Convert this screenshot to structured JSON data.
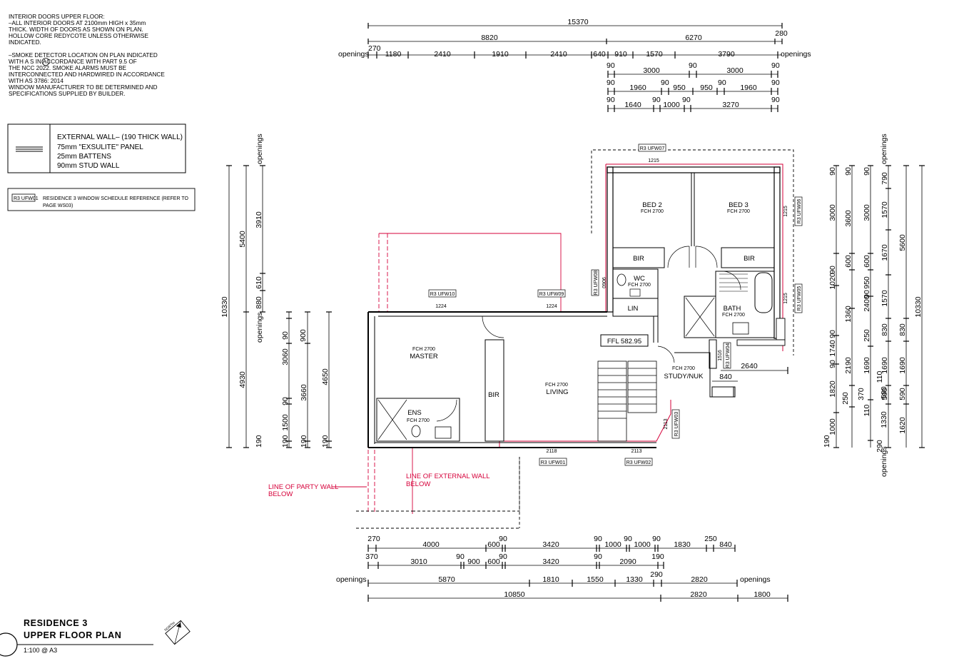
{
  "notes": {
    "doors": [
      "INTERIOR DOORS UPPER FLOOR:",
      "–ALL INTERIOR DOORS AT 2100mm HIGH x 35mm",
      "THICK. WIDTH OF DOORS AS SHOWN ON PLAN.",
      "HOLLOW CORE REDYCOTE UNLESS OTHERWISE",
      "INDICATED."
    ],
    "smoke": [
      "–SMOKE DETECTOR LOCATION ON PLAN INDICATED",
      "WITH A  S   IN ACCORDANCE WITH PART 9.5 OF",
      "THE NCC 2022. SMOKE ALARMS MUST BE",
      "INTERCONNECTED AND HARDWIRED IN ACCORDANCE",
      "WITH AS 3786: 2014",
      "WINDOW MANUFACTURER TO BE DETERMINED AND",
      "SPECIFICATIONS SUPPLIED BY BUILDER."
    ]
  },
  "legend": {
    "wall": [
      "EXTERNAL WALL– (190 THICK WALL)",
      "75mm \"EXSULITE\" PANEL",
      "25mm BATTENS",
      "90mm STUD WALL"
    ],
    "window_tag": "R3 UFW01",
    "window_text": [
      "RESIDENCE 3 WINDOW SCHEDULE REFERENCE  (REFER TO",
      "PAGE WS03)"
    ]
  },
  "title": {
    "line1": "RESIDENCE 3",
    "line2": "UPPER FLOOR PLAN",
    "scale": "1:100 @ A3",
    "north": "NORTH"
  },
  "rooms": {
    "bed2": "BED 2",
    "bed3": "BED 3",
    "fch": "FCH 2700",
    "bir": "BIR",
    "wc": "WC",
    "lin": "LIN",
    "bath": "BATH",
    "master": "MASTER",
    "living": "LIVING",
    "ens": "ENS",
    "study": "STUDY/NUK",
    "ffl": "FFL 582.95"
  },
  "windows": {
    "w01": "R3 UFW01",
    "w02": "R3 UFW02",
    "w03": "R3 UFW03",
    "w04": "R3 UFW04",
    "w05": "R3 UFW05",
    "w06": "R3 UFW06",
    "w07": "R3 UFW07",
    "w08": "R3 UFW08",
    "w09": "R3 UFW09",
    "w10": "R3 UFW10"
  },
  "window_dims": [
    "1215",
    "1215",
    "1215",
    "1224",
    "1224",
    "2118",
    "2113",
    "2113",
    "0906",
    "1516"
  ],
  "annotations": {
    "party": [
      "LINE OF PARTY WALL",
      "BELOW"
    ],
    "external": [
      "LINE OF EXTERNAL WALL",
      "BELOW"
    ],
    "openings": "openings"
  },
  "dims": {
    "top_overall": "15370",
    "top_row2": [
      "8820",
      "6270",
      "280"
    ],
    "top_row3_left": "270",
    "top_row3": [
      "1180",
      "2410",
      "1910",
      "2410",
      "640",
      "910",
      "1570",
      "3790"
    ],
    "top_row4": [
      "90",
      "3000",
      "90",
      "3000",
      "90"
    ],
    "top_row5": [
      "90",
      "1960",
      "90",
      "950",
      "950",
      "90",
      "1960",
      "90"
    ],
    "top_row6": [
      "90",
      "1640",
      "90",
      "1000",
      "90",
      "3270",
      "90"
    ],
    "bot_row1": [
      "270",
      "4000",
      "600",
      "90",
      "3420",
      "90",
      "1000",
      "90",
      "1000",
      "90",
      "1830",
      "250",
      "840"
    ],
    "bot_row2": [
      "370",
      "3010",
      "90",
      "900",
      "600",
      "90",
      "3420",
      "90",
      "2090",
      "190"
    ],
    "bot_row3": [
      "5870",
      "1810",
      "1550",
      "1330",
      "290",
      "2820"
    ],
    "bot_row4": [
      "10850",
      "2820",
      "1800"
    ],
    "left_overall": "10330",
    "left_a": [
      "5400",
      "4930"
    ],
    "left_b": [
      "3910",
      "610",
      "880"
    ],
    "left_c": [
      "90",
      "900",
      "3060",
      "90",
      "1500",
      "190"
    ],
    "left_d": [
      "3660",
      "190"
    ],
    "left_e": [
      "4650",
      "190"
    ],
    "left_f": [
      "190"
    ],
    "right_overall": "10330",
    "right_a": [
      "90",
      "3000",
      "90",
      "1020",
      "90",
      "1740",
      "90",
      "1820",
      "250",
      "190",
      "1000"
    ],
    "right_b": [
      "90",
      "3600",
      "600",
      "1360",
      "2190",
      "370",
      "110"
    ],
    "right_c": [
      "90",
      "3000",
      "600",
      "950",
      "90",
      "2400",
      "250",
      "110",
      "1690",
      "590",
      "1330",
      "290"
    ],
    "right_d": [
      "790",
      "1570",
      "1670",
      "1570",
      "830",
      "1690",
      "590",
      "1620"
    ],
    "right_e": [
      "5600",
      "830",
      "1690",
      "590"
    ],
    "misc": [
      "2640",
      "840"
    ]
  }
}
